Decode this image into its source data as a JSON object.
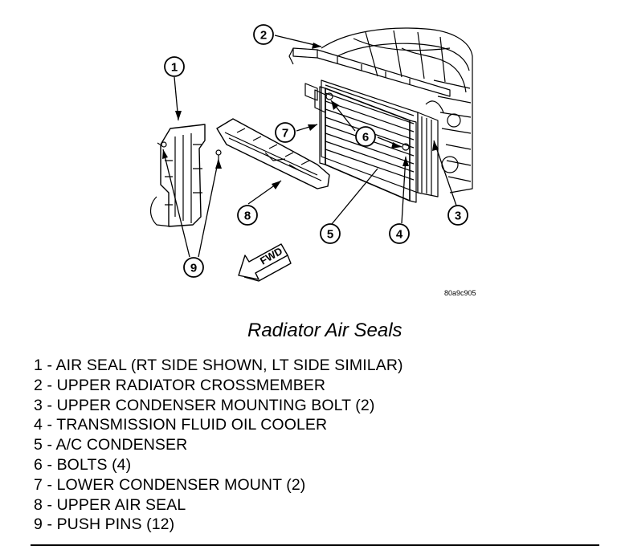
{
  "figure_id": "80a9c905",
  "fwd_label": "FWD",
  "title": "Radiator Air Seals",
  "callouts": [
    {
      "num": "1"
    },
    {
      "num": "2"
    },
    {
      "num": "3"
    },
    {
      "num": "4"
    },
    {
      "num": "5"
    },
    {
      "num": "6"
    },
    {
      "num": "7"
    },
    {
      "num": "8"
    },
    {
      "num": "9"
    }
  ],
  "legend": [
    "1 - AIR SEAL (RT SIDE SHOWN, LT SIDE SIMILAR)",
    "2 - UPPER RADIATOR CROSSMEMBER",
    "3 - UPPER CONDENSER MOUNTING BOLT (2)",
    "4 - TRANSMISSION FLUID OIL COOLER",
    "5 - A/C CONDENSER",
    "6 - BOLTS (4)",
    "7 - LOWER CONDENSER MOUNT (2)",
    "8 - UPPER AIR SEAL",
    "9 - PUSH PINS (12)"
  ]
}
